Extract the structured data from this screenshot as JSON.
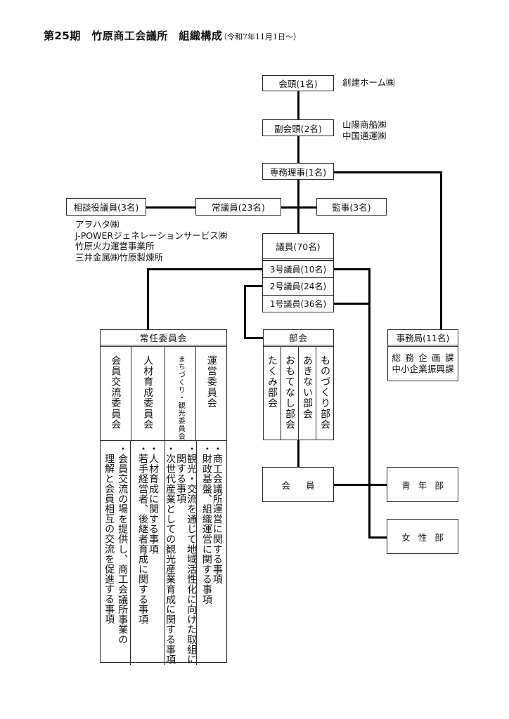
{
  "title": "第25期　竹原商工会議所　組織構成",
  "subtitle": "（令和7年11月1日～）",
  "executives": {
    "chairman": {
      "label": "会頭(1名)",
      "members": [
        "創建ホーム㈱"
      ]
    },
    "vice_chairman": {
      "label": "副会頭(2名)",
      "members": [
        "山陽商船㈱",
        "中国通運㈱"
      ]
    },
    "managing_director": {
      "label": "専務理事(1名)"
    }
  },
  "advisors": {
    "label": "相談役議員(3名)",
    "members": [
      "アヲハタ㈱",
      "J-POWERジェネレーションサービス㈱",
      "竹原火力運営事業所",
      "三井金属㈱竹原製煉所"
    ]
  },
  "standing_members": {
    "label": "常議員(23名)"
  },
  "auditors": {
    "label": "監事(3名)"
  },
  "council": {
    "label": "議員(70名)",
    "classes": [
      "3号議員(10名)",
      "2号議員(24名)",
      "1号議員(36名)"
    ]
  },
  "standing_committees": {
    "label": "常任委員会",
    "committees": [
      {
        "name": "会員交流委員会",
        "duties": [
          "・会員交流の場を提供し、商工会議所事業の",
          "理解と会員相互の交流を促進する事項"
        ]
      },
      {
        "name": "人材育成委員会",
        "duties": [
          "・人材育成に関する事項",
          "・若手経営者、後継者育成に関する事項"
        ]
      },
      {
        "name": "まちづくり・観光委員会",
        "duties": [
          "・観光・交流を通じて地域活性化に向けた取組に",
          "関する事項",
          "・次世代産業としての観光産業育成に関する事項"
        ]
      },
      {
        "name": "運営委員会",
        "duties": [
          "・商工会議所運営に関する事項",
          "・財政基盤、組織運営に関する事項"
        ]
      }
    ]
  },
  "divisions": {
    "label": "部会",
    "items": [
      "たくみ部会",
      "おもてなし部会",
      "あきない部会",
      "ものづくり部会"
    ]
  },
  "secretariat": {
    "label": "事務局(11名)",
    "sections": [
      "総務企画課",
      "中小企業振興課"
    ]
  },
  "general_members": {
    "label": "会員"
  },
  "youth_division": {
    "label": "青年部"
  },
  "women_division": {
    "label": "女性部"
  }
}
